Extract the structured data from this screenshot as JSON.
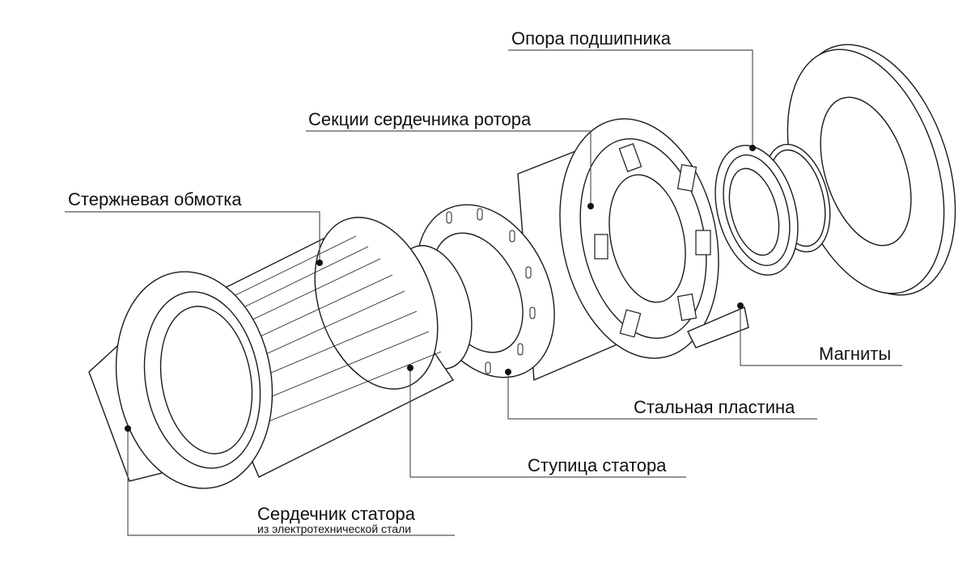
{
  "labels": {
    "bearing_support": "Опора подшипника",
    "rotor_core_sections": "Секции сердечника ротора",
    "bar_winding": "Стержневая обмотка",
    "magnets": "Магниты",
    "steel_plate": "Стальная пластина",
    "stator_hub": "Ступица статора",
    "stator_core": "Сердечник статора",
    "stator_core_sub": "из электротехнической стали"
  },
  "colors": {
    "line": "#555555",
    "stroke": "#1a1a1a",
    "fill": "#ffffff"
  }
}
